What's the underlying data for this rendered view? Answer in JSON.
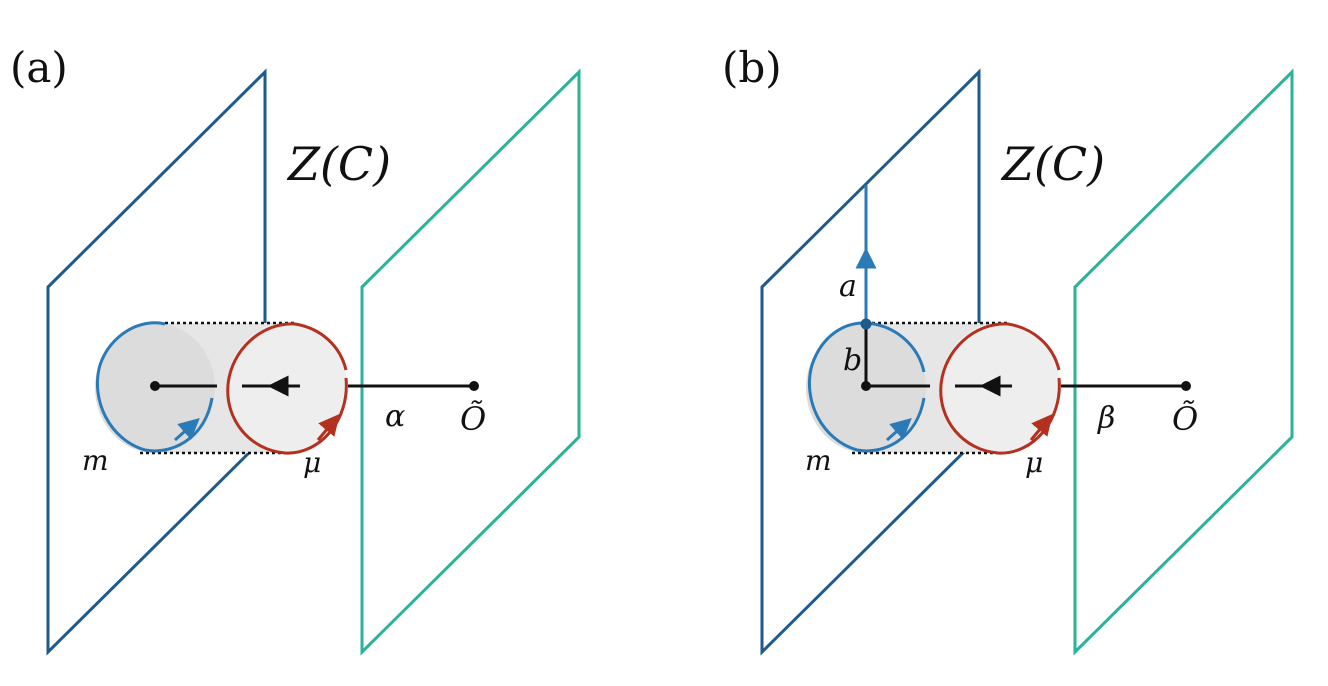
{
  "colors": {
    "plane_left": "#1f5a8c",
    "plane_right": "#2bb39a",
    "loop_m": "#2a7ab8",
    "loop_mu": "#b4301f",
    "line": "#111111",
    "cyl_fill_left": "#dedede",
    "cyl_fill_right": "#ececec",
    "background": "#ffffff"
  },
  "panels": [
    {
      "id": "a",
      "panel_label": "(a)",
      "bulk_label": "ℤ(𝒞)",
      "bulk_label_display": "Z(C)",
      "m_label": "m",
      "mu_label": "μ",
      "line_label": "α",
      "operator_label": "Õ"
    },
    {
      "id": "b",
      "panel_label": "(b)",
      "bulk_label_display": "Z(C)",
      "m_label": "m",
      "mu_label": "μ",
      "line_label": "β",
      "operator_label": "Õ",
      "a_label": "a",
      "b_label": "b"
    }
  ]
}
